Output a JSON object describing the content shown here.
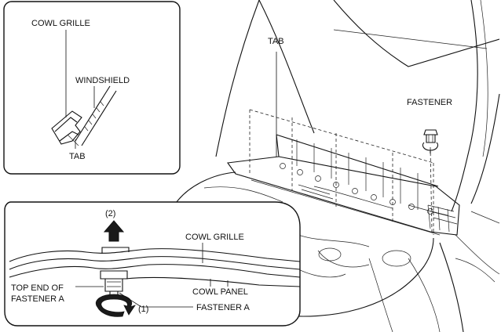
{
  "labels": {
    "inset_cowl_grille": "COWL GRILLE",
    "inset_windshield": "WINDSHIELD",
    "inset_tab": "TAB",
    "main_tab": "TAB",
    "main_fastener": "FASTENER",
    "detail_step2": "(2)",
    "detail_cowl_grille": "COWL GRILLE",
    "detail_cowl_panel": "COWL PANEL",
    "detail_top_end_line1": "TOP END OF",
    "detail_top_end_line2": "FASTENER A",
    "detail_fastener_a": "FASTENER A",
    "detail_step1": "(1)"
  }
}
